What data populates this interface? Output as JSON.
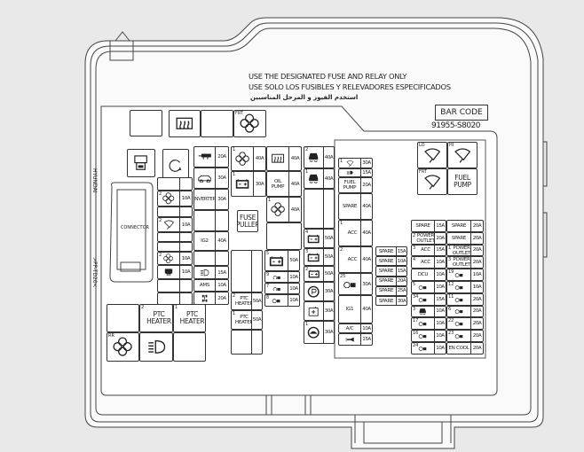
{
  "header": {
    "notice_en": "USE THE DESIGNATED FUSE AND RELAY ONLY",
    "notice_es": "USE SOLO LOS FUSIBLES Y RELEVADORES ESPECIFICADOS",
    "notice_ar": "استخدم الفيوز و المرحل المناسبين",
    "barcode_label": "BAR CODE",
    "part_number": "91955-S8020"
  },
  "side_marks": {
    "brand": "HYUNDAI",
    "material": ">PP-TD20<"
  },
  "colors": {
    "line": "#333333",
    "housing": "#fafafa",
    "background": "#e9e9e9"
  },
  "cells": [
    {
      "icon": "blank"
    },
    {
      "icon": "defog"
    },
    {
      "icon": "blank"
    },
    {
      "num": "FRT",
      "icon": "fan"
    },
    {
      "label": "CONNECTOR",
      "icon": "connector"
    },
    {
      "icon": "rotate"
    },
    {
      "icon": "trailer",
      "rating": "20A"
    },
    {
      "icon": "suv",
      "rating": "30A"
    },
    {
      "label": "INVERTER",
      "rating": "30A"
    },
    {
      "icon": "blank",
      "rating": ""
    },
    {
      "label": "IG2",
      "rating": "40A"
    },
    {
      "icon": "blank",
      "rating": ""
    },
    {
      "icon": "headlamp",
      "rating": "15A"
    },
    {
      "label": "AMS",
      "rating": "10A"
    },
    {
      "icon": "awd",
      "rating": "20A"
    },
    {
      "icon": "blank",
      "rating": ""
    },
    {
      "num": "2",
      "icon": "fan",
      "rating": "10A"
    },
    {
      "icon": "blank",
      "rating": ""
    },
    {
      "num": "2",
      "icon": "wiper",
      "rating": "10A"
    },
    {
      "icon": "blank",
      "rating": ""
    },
    {
      "icon": "blank",
      "rating": ""
    },
    {
      "num": "2",
      "icon": "fan",
      "rating": "10A"
    },
    {
      "icon": "mirror-heat",
      "rating": "10A"
    },
    {
      "icon": "blank",
      "rating": ""
    },
    {
      "icon": "blank",
      "rating": ""
    },
    {
      "num": "1",
      "icon": "fan",
      "rating": "40A"
    },
    {
      "icon": "defog",
      "rating": "40A"
    },
    {
      "num": "1",
      "icon": "battery",
      "rating": "30A"
    },
    {
      "label": "OIL PUMP",
      "rating": "40A"
    },
    {
      "label": "FUSE PULLER"
    },
    {
      "num": "1",
      "icon": "fan",
      "rating": "40A"
    },
    {
      "icon": "blank"
    },
    {
      "num": "2",
      "icon": "esc",
      "rating": "40A"
    },
    {
      "num": "1",
      "icon": "esc",
      "rating": "40A"
    },
    {
      "icon": "blank",
      "rating": ""
    },
    {
      "num": "4",
      "icon": "battery",
      "rating": "50A"
    },
    {
      "num": "3",
      "icon": "battery",
      "rating": "50A"
    },
    {
      "num": "2",
      "icon": "battery",
      "rating": "50A"
    },
    {
      "icon": "parking",
      "rating": "30A"
    },
    {
      "icon": "module",
      "rating": "30A"
    },
    {
      "num": "1",
      "icon": "gauge",
      "rating": "30A"
    },
    {
      "num": "5",
      "icon": "battery",
      "rating": "50A"
    },
    {
      "num": "9",
      "icon": "relay",
      "rating": "10A"
    },
    {
      "num": "7",
      "icon": "relay",
      "rating": "10A"
    },
    {
      "num": "8",
      "icon": "relay",
      "rating": "10A"
    },
    {
      "icon": "blank",
      "rating": ""
    },
    {
      "num": "2",
      "label": "PTC HEATER",
      "rating": "50A"
    },
    {
      "num": "1",
      "label": "PTC HEATER",
      "rating": "50A"
    },
    {
      "icon": "blank",
      "rating": ""
    },
    {
      "icon": "blank"
    },
    {
      "num": "2",
      "label": "PTC HEATER"
    },
    {
      "num": "1",
      "label": "PTC HEATER"
    },
    {
      "num": "RR",
      "icon": "fan"
    },
    {
      "icon": "headlamp"
    },
    {
      "icon": "blank"
    },
    {
      "num": "LO",
      "icon": "wiper"
    },
    {
      "num": "HI",
      "icon": "wiper"
    },
    {
      "num": "FRT",
      "icon": "wiper"
    },
    {
      "label": "FUEL PUMP"
    },
    {
      "num": "1",
      "icon": "wiper",
      "rating": "30A"
    },
    {
      "icon": "foglamp",
      "rating": "15A"
    },
    {
      "label": "FUEL PUMP",
      "rating": "20A"
    },
    {
      "label": "SPARE",
      "rating": "40A"
    },
    {
      "num": "1",
      "label": "ACC",
      "rating": "40A"
    },
    {
      "num": "2",
      "label": "ACC",
      "rating": "40A"
    },
    {
      "num": "25",
      "icon": "relay",
      "rating": "30A"
    },
    {
      "label": "IG1",
      "rating": "40A"
    },
    {
      "label": "A/C",
      "rating": "10A"
    },
    {
      "icon": "horn",
      "rating": "15A"
    },
    {
      "label": "SPARE",
      "rating": "15A"
    },
    {
      "label": "SPARE",
      "rating": "10A"
    },
    {
      "label": "SPARE",
      "rating": "15A"
    },
    {
      "label": "SPARE",
      "rating": "20A"
    },
    {
      "label": "SPARE",
      "rating": "25A"
    },
    {
      "label": "SPARE",
      "rating": "30A"
    },
    {
      "label": "SPARE",
      "rating": "15A"
    },
    {
      "num": "2",
      "label": "POWER OUTLET",
      "rating": "20A"
    },
    {
      "num": "3",
      "label": "ACC",
      "rating": "15A"
    },
    {
      "num": "4",
      "label": "ACC",
      "rating": "10A"
    },
    {
      "label": "DCU",
      "rating": "10A"
    },
    {
      "num": "5",
      "icon": "relay",
      "rating": "10A"
    },
    {
      "num": "34",
      "icon": "relay",
      "rating": "15A"
    },
    {
      "num": "3",
      "icon": "esc",
      "rating": "10A"
    },
    {
      "num": "17",
      "icon": "relay",
      "rating": "10A"
    },
    {
      "num": "16",
      "icon": "relay",
      "rating": "10A"
    },
    {
      "num": "24",
      "icon": "relay",
      "rating": "10A"
    },
    {
      "label": "SPARE",
      "rating": "20A"
    },
    {
      "label": "SPARE",
      "rating": "20A"
    },
    {
      "num": "1",
      "label": "POWER OUTLET",
      "rating": "20A"
    },
    {
      "num": "3",
      "label": "POWER OUTLET",
      "rating": "20A"
    },
    {
      "num": "19",
      "icon": "relay",
      "rating": "10A"
    },
    {
      "num": "12",
      "icon": "relay",
      "rating": "10A"
    },
    {
      "num": "11",
      "icon": "relay",
      "rating": "20A"
    },
    {
      "num": "6",
      "icon": "relay",
      "rating": "20A"
    },
    {
      "num": "22",
      "icon": "relay",
      "rating": "20A"
    },
    {
      "num": "23",
      "icon": "relay",
      "rating": "20A"
    },
    {
      "label": "EN COOL",
      "rating": "20A"
    }
  ]
}
